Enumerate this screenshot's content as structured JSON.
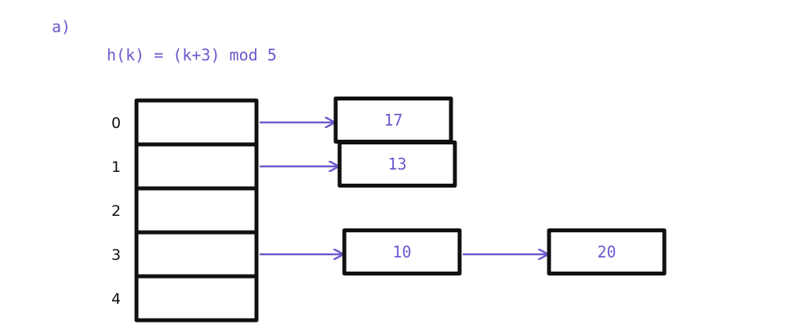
{
  "part_label": "a)",
  "formula": "h(k) = (k+3) mod 5",
  "colors": {
    "accent": "#6a5acd",
    "stroke": "#111111"
  },
  "table": {
    "indices": [
      "0",
      "1",
      "2",
      "3",
      "4"
    ]
  },
  "chains": [
    {
      "index": 0,
      "nodes": [
        "17"
      ]
    },
    {
      "index": 1,
      "nodes": [
        "13"
      ]
    },
    {
      "index": 2,
      "nodes": []
    },
    {
      "index": 3,
      "nodes": [
        "10",
        "20"
      ]
    },
    {
      "index": 4,
      "nodes": []
    }
  ]
}
